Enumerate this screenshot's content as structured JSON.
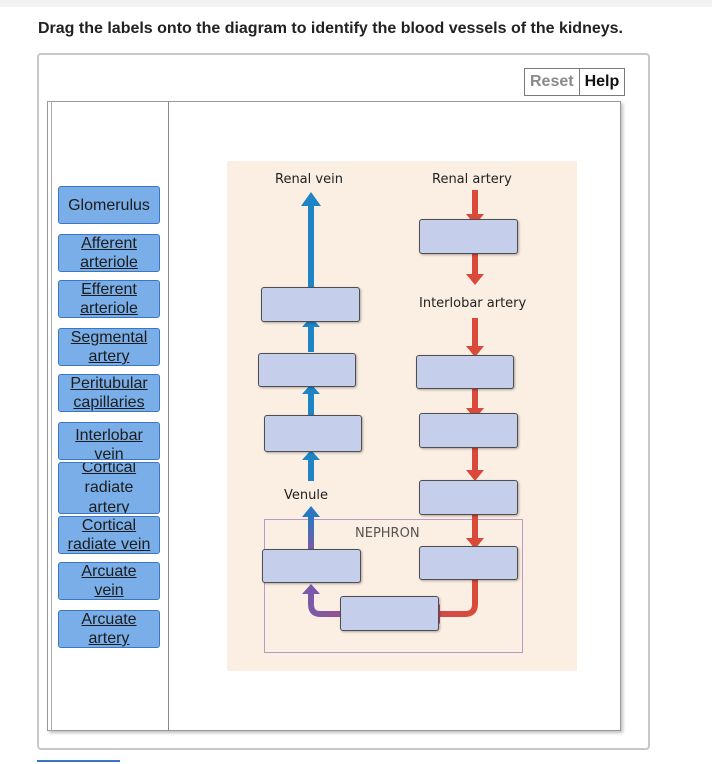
{
  "question": "Drag the labels onto the diagram to identify the blood vessels of the kidneys.",
  "toolbar": {
    "reset": "Reset",
    "help": "Help"
  },
  "labels": [
    {
      "line1": "Glomerulus",
      "line2": ""
    },
    {
      "line1": "Afferent",
      "line2": "arteriole"
    },
    {
      "line1": "Efferent",
      "line2": "arteriole"
    },
    {
      "line1": "Segmental",
      "line2": "artery"
    },
    {
      "line1": "Peritubular",
      "line2": "capillaries"
    },
    {
      "line1": "Interlobar",
      "line2": "vein"
    },
    {
      "line1": "Cortical",
      "line2": "radiate",
      "line3": "artery"
    },
    {
      "line1": "Cortical",
      "line2": "radiate vein"
    },
    {
      "line1": "Arcuate",
      "line2": "vein"
    },
    {
      "line1": "Arcuate",
      "line2": "artery"
    }
  ],
  "diagram": {
    "renal_vein": "Renal vein",
    "renal_artery": "Renal artery",
    "interlobar_artery": "Interlobar artery",
    "venule": "Venule",
    "nephron": "NEPHRON"
  },
  "colors": {
    "label_fill": "#7aaee8",
    "target_fill": "#c5cfec",
    "vein": "#1e84c6",
    "artery": "#d94a3a",
    "diagram_bg": "#fbeee2"
  }
}
